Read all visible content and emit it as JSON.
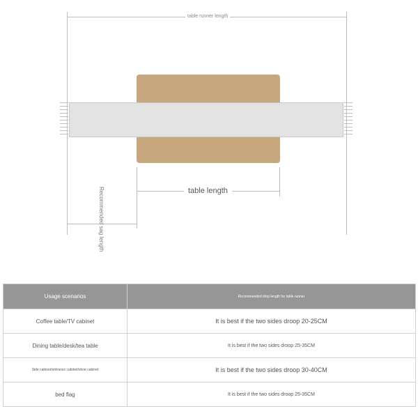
{
  "diagram": {
    "runner_length_label": "table runner length",
    "table_length_label": "table length",
    "sag_length_label": "Recommended sag length",
    "colors": {
      "table_top": "#c7a77d",
      "runner": "#e3e3e3",
      "lines": "#bdbdbd",
      "header_bg": "#969696"
    }
  },
  "table": {
    "headers": [
      "Usage scenarios",
      "Recommended drop length for table runner"
    ],
    "rows": [
      [
        "Coffee table/TV cabinet",
        "It is best if the two sides droop 20-25CM"
      ],
      [
        "Dining table/desk/tea table",
        "It is best if the two sides droop 25-35CM"
      ],
      [
        "Side cabinet/entrance cabinet/shoe cabinet",
        "It is best if the two sides droop 30-40CM"
      ],
      [
        "bed flag",
        "It is best if the two sides droop 25-35CM"
      ]
    ]
  }
}
